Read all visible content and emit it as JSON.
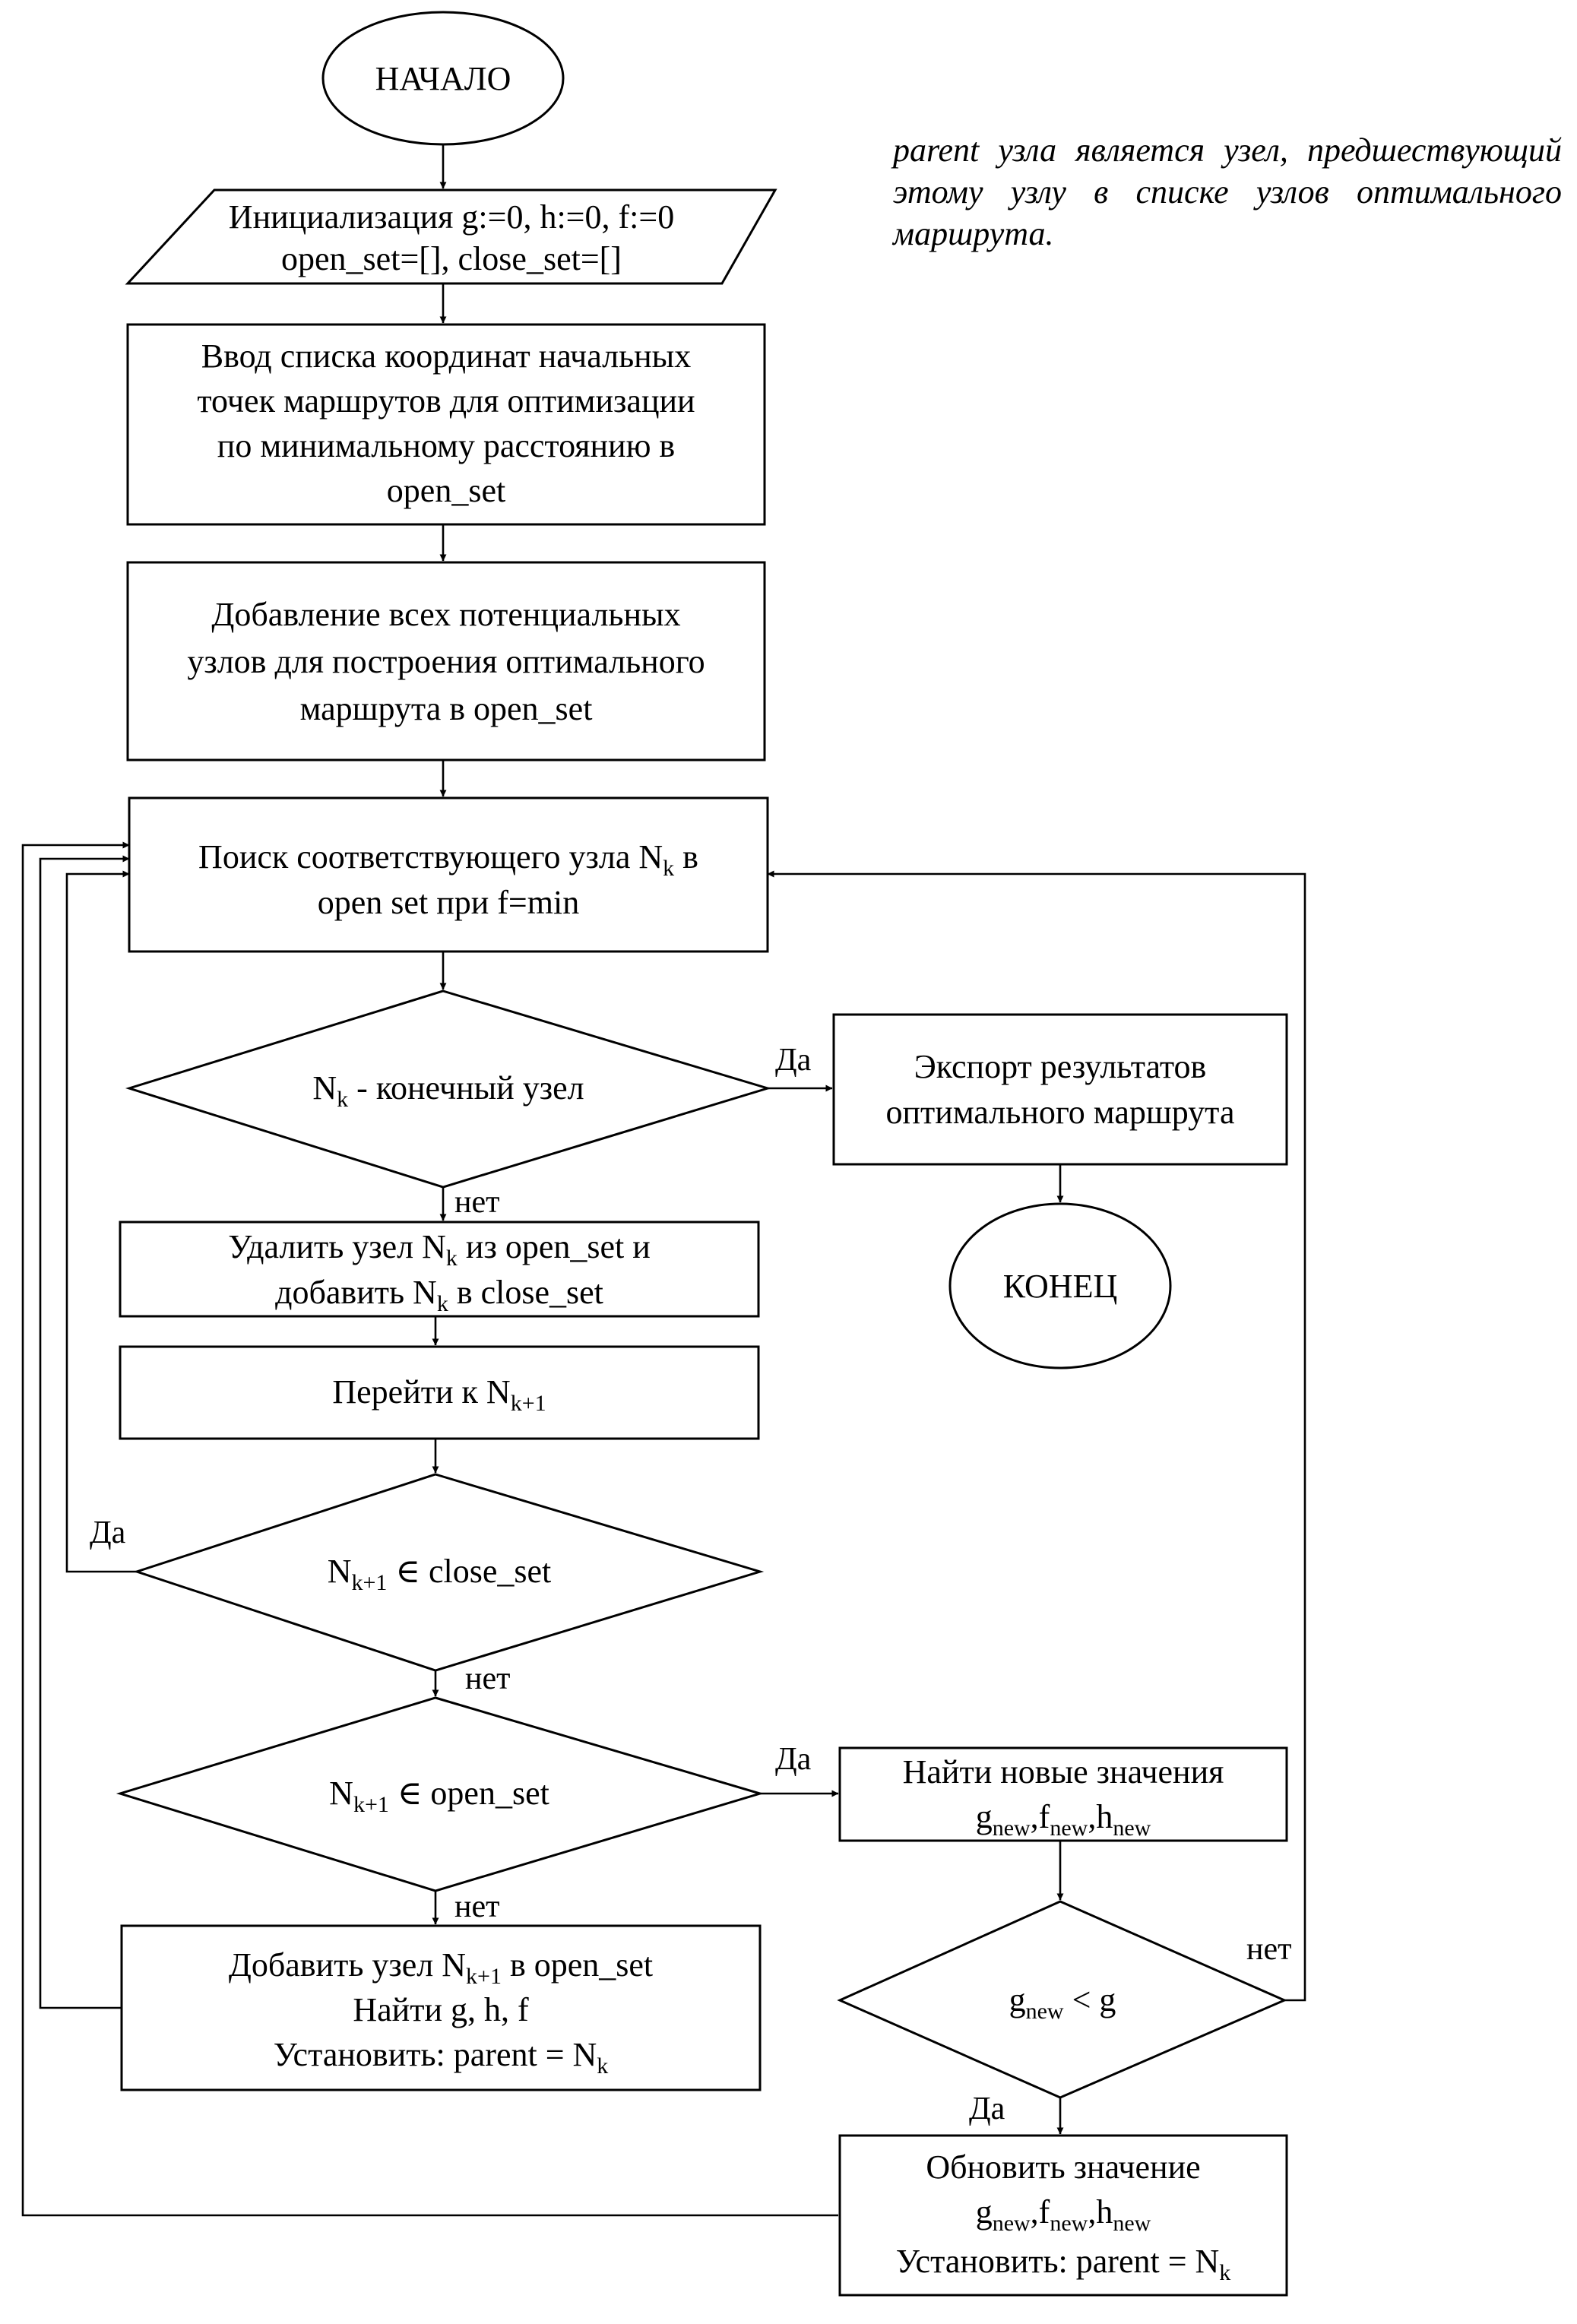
{
  "note": {
    "line1": "parent узла является узел,",
    "line2": "предшествующий этому узлу в списке",
    "line3": "узлов оптимального маршрута."
  },
  "nodes": {
    "start": "НАЧАЛО",
    "init": [
      "Инициализация g:=0, h:=0, f:=0",
      "open_set=[], close_set=[]"
    ],
    "input": [
      "Ввод списка координат начальных",
      "точек маршрутов для оптимизации",
      "по минимальному расстоянию в",
      "open_set"
    ],
    "add_all": [
      "Добавление всех потенциальных",
      "узлов для построения оптимального",
      "маршрута в open_set"
    ],
    "search": {
      "line1_pre": "Поиск соответствующего узла N",
      "line1_sub": "k",
      "line1_post": " в",
      "line2": "open set при f=min"
    },
    "is_final": {
      "n": "N",
      "sub": "k",
      "text": " - конечный узел"
    },
    "export": [
      "Экспорт результатов",
      "оптимального маршрута"
    ],
    "end": "КОНЕЦ",
    "remove": {
      "line1_pre": "Удалить узел N",
      "line1_sub": "k",
      "line1_post": " из open_set и",
      "line2_pre": "добавить N",
      "line2_sub": "k",
      "line2_post": " в close_set"
    },
    "goto": {
      "pre": "Перейти к N",
      "sub": "k+1"
    },
    "in_close": {
      "n": "N",
      "sub": "k+1",
      "text": " ∈ close_set"
    },
    "in_open": {
      "n": "N",
      "sub": "k+1",
      "text": " ∈ open_set"
    },
    "find_new": {
      "line1": "Найти новые значения",
      "g": "g",
      "f": "f",
      "h": "h",
      "sub": "new",
      "sep": ","
    },
    "add_node": {
      "line1_pre": "Добавить узел N",
      "line1_sub": "k+1",
      "line1_post": " в open_set",
      "line2": "Найти g, h, f",
      "line3_pre": "Установить: parent = N",
      "line3_sub": "k"
    },
    "compare": {
      "g": "g",
      "sub": "new",
      "text": " < g"
    },
    "update": {
      "line1": "Обновить значение",
      "g": "g",
      "f": "f",
      "h": "h",
      "sub": "new",
      "sep": ",",
      "line3_pre": "Установить: parent = N",
      "line3_sub": "k"
    }
  },
  "edge_labels": {
    "final_yes": "Да",
    "final_no": "нет",
    "close_yes": "Да",
    "close_no": "нет",
    "open_yes": "Да",
    "open_no": "нет",
    "compare_no": "нет",
    "compare_yes": "Да"
  }
}
